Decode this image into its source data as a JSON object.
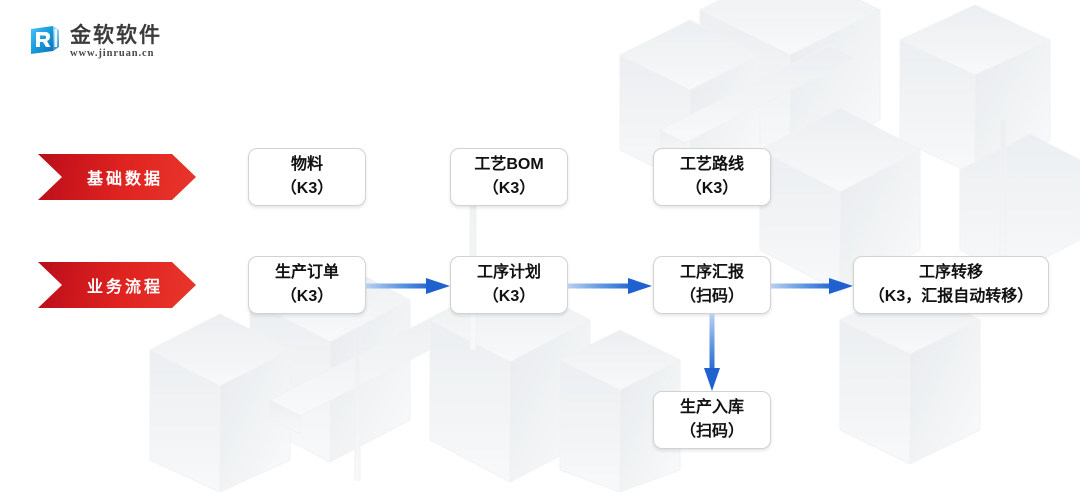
{
  "brand": {
    "name": "金软软件",
    "url": "www.jinruan.cn",
    "logo_icon": "r-square-logo-icon",
    "logo_color": "#1a9fe0"
  },
  "colors": {
    "banner_red_dark": "#b4111a",
    "banner_red_light": "#e8362c",
    "arrow_blue": "#2a6fd4",
    "arrow_blue_light": "#a9c7f0",
    "node_border": "#d2d2d2",
    "node_text": "#111111",
    "background": "#ffffff"
  },
  "rows": [
    {
      "banner_label": "基础数据",
      "nodes": [
        {
          "line1": "物料",
          "line2": "（K3）"
        },
        {
          "line1": "工艺BOM",
          "line2": "（K3）"
        },
        {
          "line1": "工艺路线",
          "line2": "（K3）"
        }
      ]
    },
    {
      "banner_label": "业务流程",
      "nodes": [
        {
          "line1": "生产订单",
          "line2": "（K3）"
        },
        {
          "line1": "工序计划",
          "line2": "（K3）"
        },
        {
          "line1": "工序汇报",
          "line2": "（扫码）"
        },
        {
          "line1": "工序转移",
          "line2": "（K3，汇报自动转移）"
        }
      ]
    }
  ],
  "branch_node": {
    "line1": "生产入库",
    "line2": "（扫码）"
  },
  "connectors": [
    {
      "from": "生产订单（K3）",
      "to": "工序计划（K3）",
      "direction": "right"
    },
    {
      "from": "工序计划（K3）",
      "to": "工序汇报（扫码）",
      "direction": "right"
    },
    {
      "from": "工序汇报（扫码）",
      "to": "工序转移（K3，汇报自动转移）",
      "direction": "right"
    },
    {
      "from": "工序汇报（扫码）",
      "to": "生产入库（扫码）",
      "direction": "down"
    }
  ]
}
